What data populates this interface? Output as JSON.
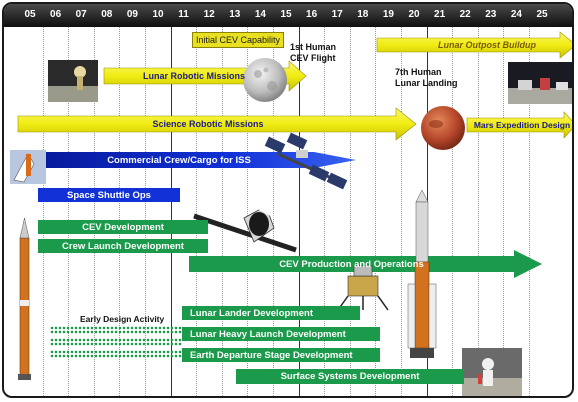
{
  "years": [
    "05",
    "06",
    "07",
    "08",
    "09",
    "10",
    "11",
    "12",
    "13",
    "14",
    "15",
    "16",
    "17",
    "18",
    "19",
    "20",
    "21",
    "22",
    "23",
    "24",
    "25"
  ],
  "milestones": {
    "initial_cev": "Initial CEV Capability",
    "first_human_cev_flight": "1st Human\nCEV Flight",
    "seventh_human_lunar_landing": "7th Human\nLunar Landing"
  },
  "programs": {
    "lunar_outpost_buildup": "Lunar Outpost Buildup",
    "lunar_robotic_missions": "Lunar Robotic Missions",
    "science_robotic_missions": "Science Robotic Missions",
    "mars_expedition_design": "Mars Expedition Design",
    "commercial_crew_cargo": "Commercial Crew/Cargo for ISS",
    "space_shuttle_ops": "Space Shuttle Ops",
    "cev_development": "CEV Development",
    "crew_launch_development": "Crew Launch Development",
    "cev_production_operations": "CEV Production and Operations",
    "early_design_activity": "Early Design Activity",
    "lunar_lander_development": "Lunar Lander Development",
    "lunar_heavy_launch_development": "Lunar Heavy Launch Development",
    "earth_departure_stage_development": "Earth Departure Stage Development",
    "surface_systems_development": "Surface Systems Development"
  },
  "images": [
    "moon-landing-photo-icon",
    "moon-icon",
    "mars-icon",
    "space-shuttle-icon",
    "iss-icon",
    "crew-launch-vehicle-icon",
    "cev-capsule-icon",
    "heavy-launch-vehicle-icon",
    "lunar-lander-icon",
    "lunar-outpost-photo-icon",
    "astronaut-photo-icon"
  ],
  "colors": {
    "yellow_arrow": "#f2ee20",
    "blue_bar": "#1232d8",
    "green_bar": "#1a9a4a",
    "header": "#111111"
  }
}
